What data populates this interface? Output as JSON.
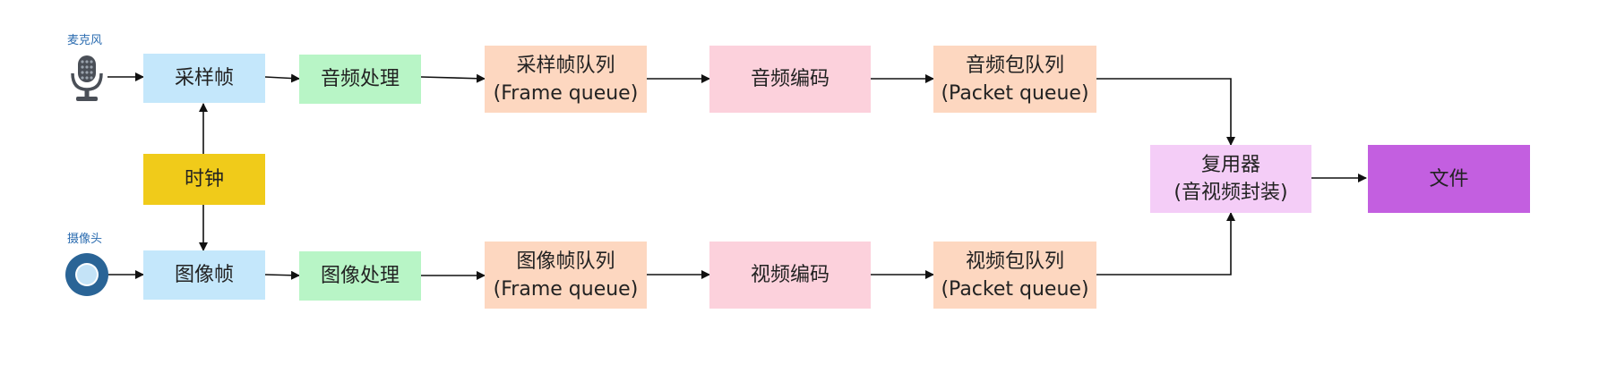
{
  "sources": {
    "mic_label": "麦克风",
    "camera_label": "摄像头"
  },
  "nodes": {
    "sample_frame": "采样帧",
    "audio_process": "音频处理",
    "frame_queue_audio": {
      "line1": "采样帧队列",
      "line2": "(Frame queue)"
    },
    "audio_encode": "音频编码",
    "packet_queue_audio": {
      "line1": "音频包队列",
      "line2": "(Packet queue)"
    },
    "clock": "时钟",
    "image_frame": "图像帧",
    "image_process": "图像处理",
    "frame_queue_video": {
      "line1": "图像帧队列",
      "line2": "(Frame queue)"
    },
    "video_encode": "视频编码",
    "packet_queue_video": {
      "line1": "视频包队列",
      "line2": "(Packet queue)"
    },
    "muxer": {
      "line1": "复用器",
      "line2": "(音视频封装)"
    },
    "file": "文件"
  },
  "colors": {
    "frame": "#c4e7fb",
    "process": "#b8f5c6",
    "queue": "#fdd7c0",
    "encode": "#fcd1dc",
    "clock": "#f0cb1a",
    "muxer": "#f4cdf7",
    "file": "#c35fe0",
    "source_icon": "#2a6496",
    "arrow": "#111111"
  },
  "icons": {
    "mic": "microphone-icon",
    "camera": "camera-lens-icon"
  }
}
